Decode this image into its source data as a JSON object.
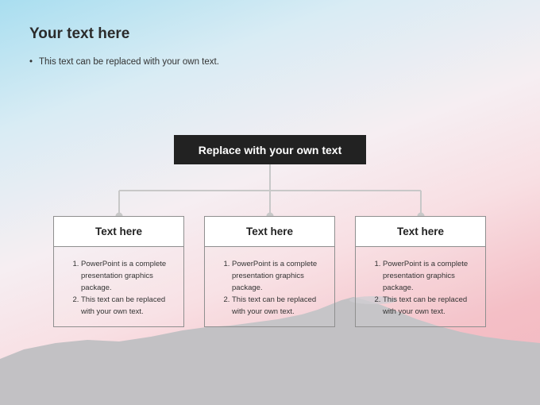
{
  "slide": {
    "title": "Your text here",
    "bullet": "This text can be replaced with your own text."
  },
  "diagram": {
    "top": "Replace with your own text",
    "cards": [
      {
        "title": "Text here",
        "items": [
          "PowerPoint is a complete presentation graphics package.",
          "This text can be replaced with your own text."
        ]
      },
      {
        "title": "Text here",
        "items": [
          "PowerPoint is a complete presentation graphics package.",
          "This text can be replaced with your own text."
        ]
      },
      {
        "title": "Text here",
        "items": [
          "PowerPoint is a complete presentation graphics package.",
          "This text can be replaced with your own text."
        ]
      }
    ]
  },
  "colors": {
    "top_box": "#222222",
    "connector": "#c8c8c8",
    "mountain": "#c2c1c4"
  }
}
